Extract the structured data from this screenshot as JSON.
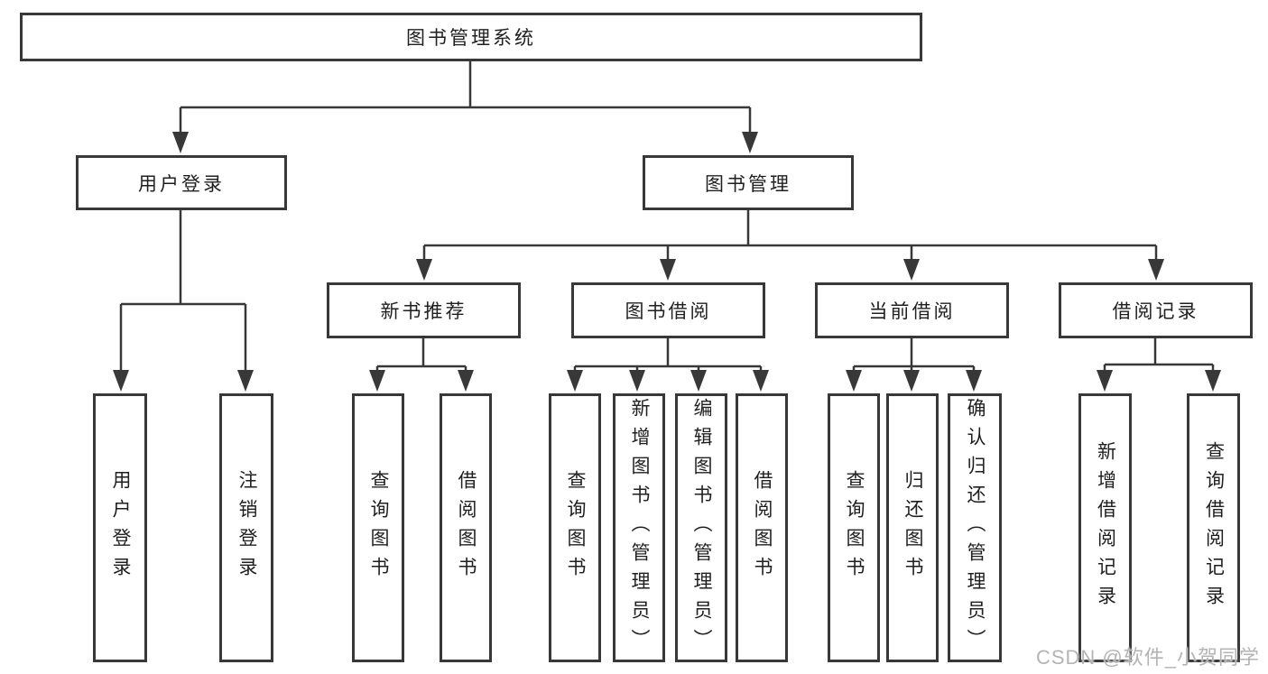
{
  "tree": {
    "root": "图书管理系统",
    "children": [
      {
        "label": "用户登录",
        "children": [
          "用户登录",
          "注销登录"
        ]
      },
      {
        "label": "图书管理",
        "children": [
          {
            "label": "新书推荐",
            "children": [
              "查询图书",
              "借阅图书"
            ]
          },
          {
            "label": "图书借阅",
            "children": [
              "查询图书",
              "新增图书（管理员）",
              "编辑图书（管理员）",
              "借阅图书"
            ]
          },
          {
            "label": "当前借阅",
            "children": [
              "查询图书",
              "归还图书",
              "确认归还（管理员）"
            ]
          },
          {
            "label": "借阅记录",
            "children": [
              "新增借阅记录",
              "查询借阅记录"
            ]
          }
        ]
      }
    ]
  },
  "watermark": "CSDN @软件_小贺同学",
  "colors": {
    "line": "#383838",
    "text": "#1f1f1f",
    "background": "#ffffff",
    "watermark": "#b4b4b4"
  }
}
